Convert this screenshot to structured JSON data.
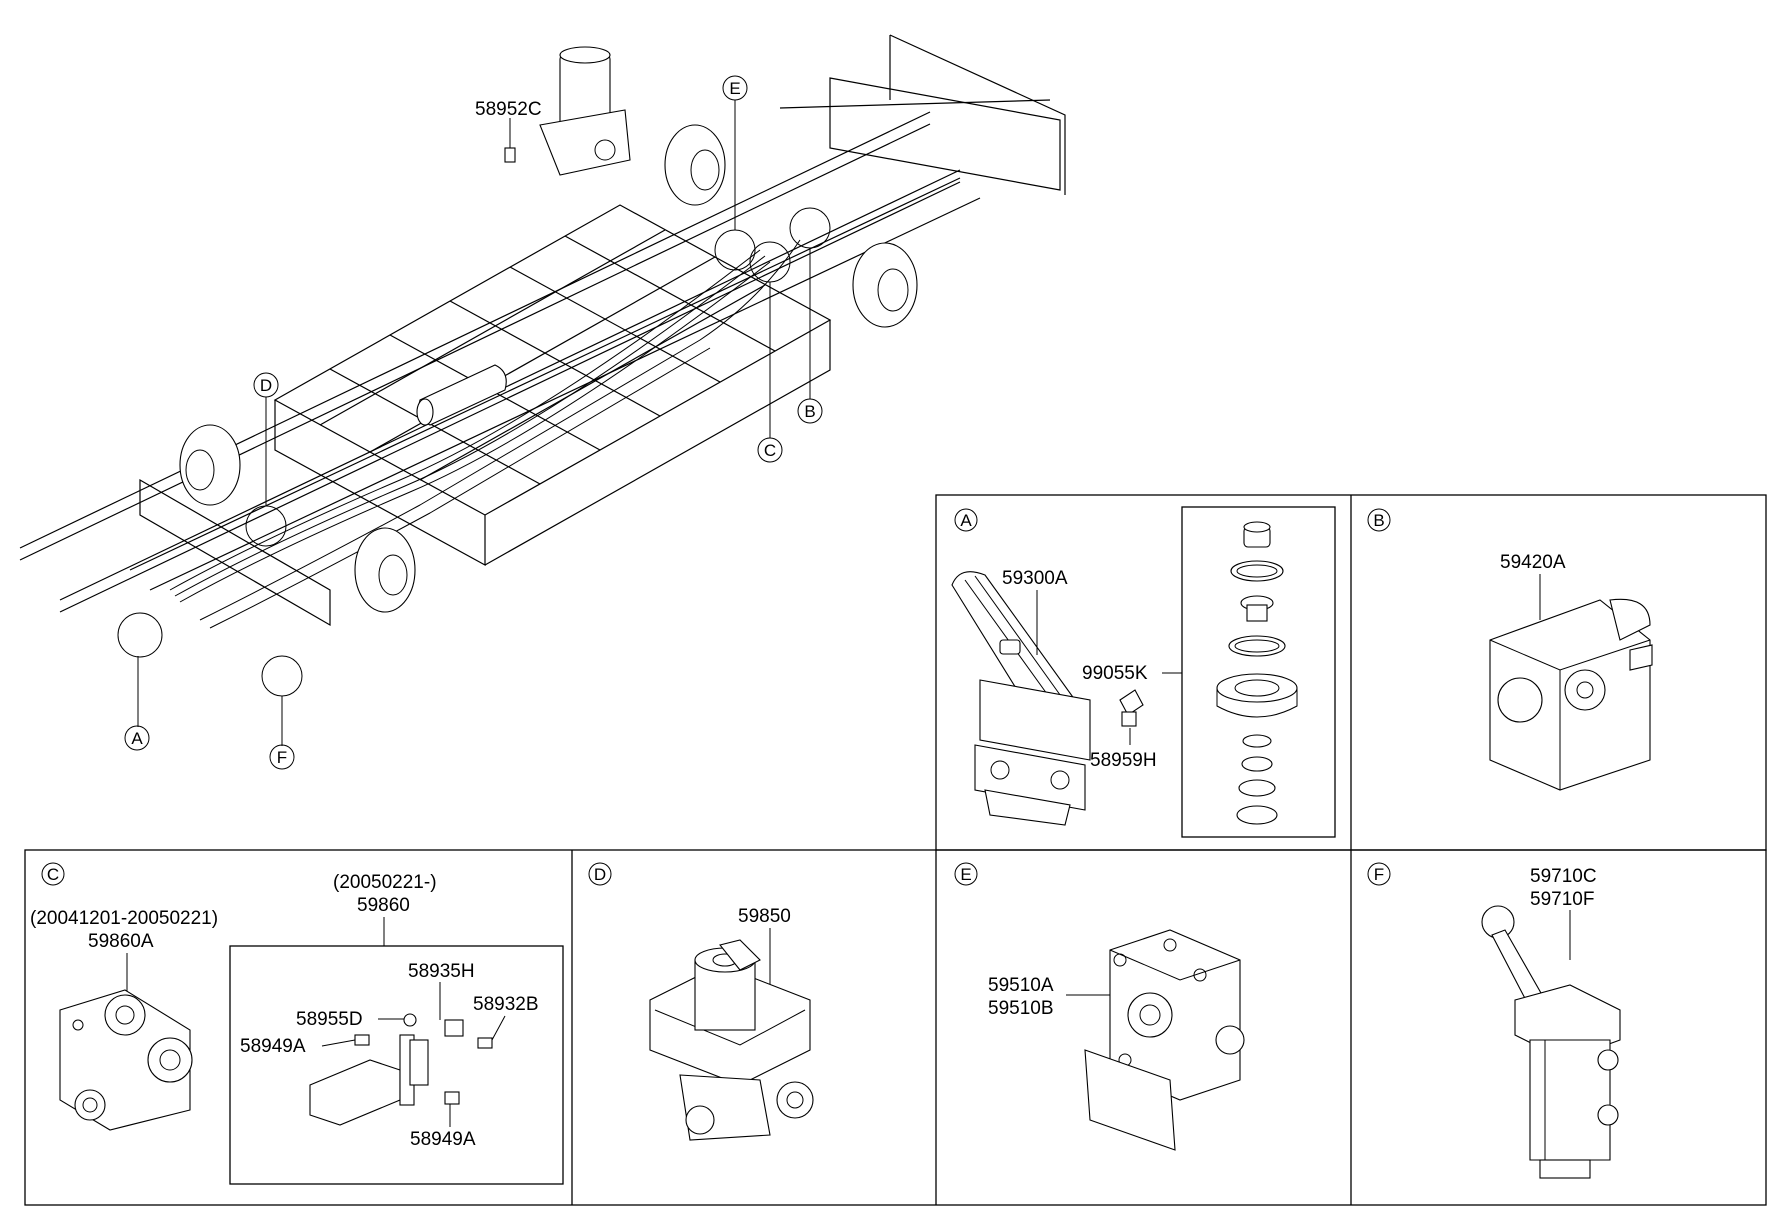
{
  "overview": {
    "callouts": {
      "a": "A",
      "b": "B",
      "c": "C",
      "d": "D",
      "e": "E",
      "f": "F"
    },
    "parts": {
      "air_dryer": "58952C"
    }
  },
  "panel_a": {
    "letter": "A",
    "parts": {
      "hand_valve": "59300A",
      "repair_kit": "99055K",
      "fitting": "58959H"
    }
  },
  "panel_b": {
    "letter": "B",
    "parts": {
      "valve": "59420A"
    }
  },
  "panel_c": {
    "letter": "C",
    "left_range": "(20041201-20050221)",
    "left_part": "59860A",
    "right_range": "(20050221-)",
    "right_part": "59860",
    "sub_parts": {
      "p1": "58935H",
      "p2": "58955D",
      "p3": "58932B",
      "p4": "58949A",
      "p5": "58949A"
    }
  },
  "panel_d": {
    "letter": "D",
    "parts": {
      "valve": "59850"
    }
  },
  "panel_e": {
    "letter": "E",
    "parts": {
      "part_1": "59510A",
      "part_2": "59510B"
    }
  },
  "panel_f": {
    "letter": "F",
    "parts": {
      "part_1": "59710C",
      "part_2": "59710F"
    }
  }
}
